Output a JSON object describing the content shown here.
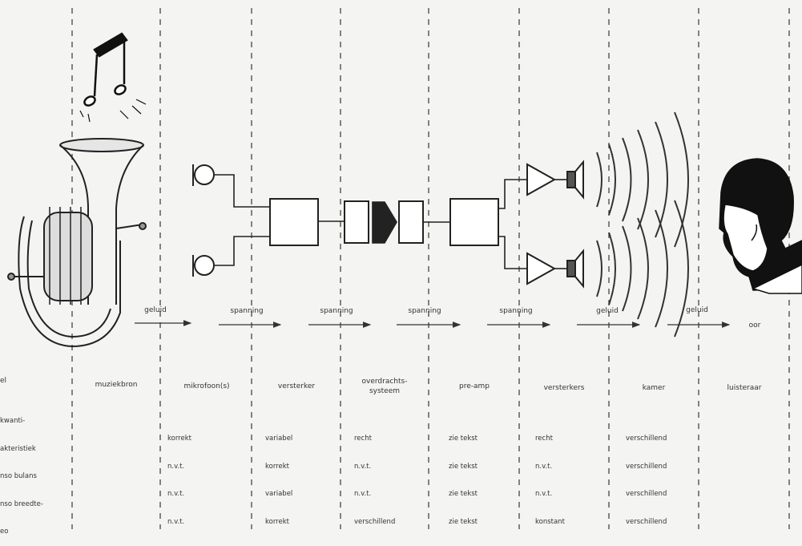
{
  "signal_labels": [
    "geluid",
    "spanning",
    "spanning",
    "spanning",
    "spanning",
    "geluid",
    "geluid",
    "oor"
  ],
  "columns": [
    {
      "name": "el",
      "props": [
        "kwanti-",
        "akteristiek",
        "nso bulans",
        "nso breedte-",
        "eo"
      ]
    },
    {
      "name": "muziekbron",
      "props": []
    },
    {
      "name": "mikrofoon(s)",
      "props": [
        "korrekt",
        "n.v.t.",
        "n.v.t.",
        "n.v.t."
      ]
    },
    {
      "name": "versterker",
      "props": [
        "variabel",
        "korrekt",
        "variabel",
        "korrekt"
      ]
    },
    {
      "name": "overdrachts-\nsysteem",
      "props": [
        "recht",
        "n.v.t.",
        "n.v.t.",
        "verschillend"
      ]
    },
    {
      "name": "pre-amp",
      "props": [
        "zie tekst",
        "zie tekst",
        "zie tekst",
        "zie tekst"
      ]
    },
    {
      "name": "versterkers",
      "props": [
        "recht",
        "n.v.t.",
        "n.v.t.",
        "konstant"
      ]
    },
    {
      "name": "kamer",
      "props": [
        "verschillend",
        "verschillend",
        "verschillend",
        "verschillend"
      ]
    },
    {
      "name": "luisteraar",
      "props": []
    }
  ],
  "icons": [
    "music-notes-icon",
    "tuba-icon",
    "microphone-icon",
    "speaker-icon",
    "sound-wave-icon",
    "listener-head-icon"
  ]
}
